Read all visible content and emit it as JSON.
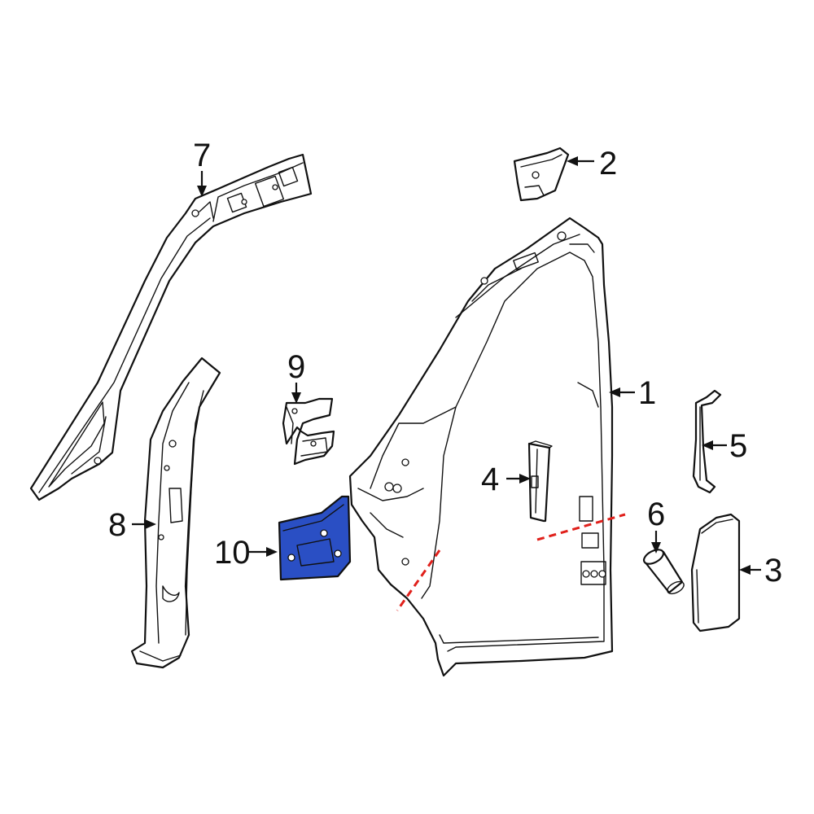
{
  "highlight_color": "#2a4fc4",
  "cut_line_color": "#e0201b",
  "callouts": {
    "c1": "1",
    "c2": "2",
    "c3": "3",
    "c4": "4",
    "c5": "5",
    "c6": "6",
    "c7": "7",
    "c8": "8",
    "c9": "9",
    "c10": "10"
  }
}
